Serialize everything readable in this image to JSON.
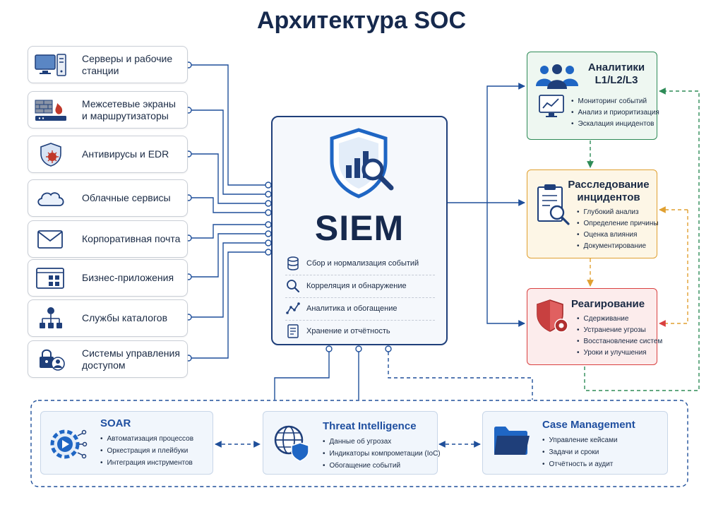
{
  "title": "Архитектура SOC",
  "sources": [
    {
      "label": "Серверы и рабочие станции",
      "icon": "server-monitor-icon"
    },
    {
      "label": "Межсетевые экраны и маршрутизаторы",
      "icon": "firewall-icon"
    },
    {
      "label": "Антивирусы и EDR",
      "icon": "shield-virus-icon"
    },
    {
      "label": "Облачные сервисы",
      "icon": "cloud-icon"
    },
    {
      "label": "Корпоративная почта",
      "icon": "mail-icon"
    },
    {
      "label": "Бизнес-приложения",
      "icon": "app-window-icon"
    },
    {
      "label": "Службы каталогов",
      "icon": "directory-tree-icon"
    },
    {
      "label": "Системы управления доступом",
      "icon": "lock-user-icon"
    }
  ],
  "siem": {
    "title": "SIEM",
    "features": [
      {
        "label": "Сбор и нормализация событий",
        "icon": "database-icon"
      },
      {
        "label": "Корреляция и обнаружение",
        "icon": "search-icon"
      },
      {
        "label": "Аналитика и обогащение",
        "icon": "analytics-line-icon"
      },
      {
        "label": "Хранение и отчётность",
        "icon": "report-icon"
      }
    ]
  },
  "analysts": {
    "title_line1": "Аналитики",
    "title_line2": "L1/L2/L3",
    "items": [
      "Мониторинг событий",
      "Анализ и приоритизация",
      "Эскалация инцидентов"
    ]
  },
  "investigation": {
    "title_line1": "Расследование",
    "title_line2": "инцидентов",
    "items": [
      "Глубокий анализ",
      "Определение причины",
      "Оценка влияния",
      "Документирование"
    ]
  },
  "response": {
    "title": "Реагирование",
    "items": [
      "Сдерживание",
      "Устранение угрозы",
      "Восстановление систем",
      "Уроки и улучшения"
    ]
  },
  "soar": {
    "title": "SOAR",
    "items": [
      "Автоматизация процессов",
      "Оркестрация и плейбуки",
      "Интеграция инструментов"
    ]
  },
  "threat_intel": {
    "title": "Threat Intelligence",
    "items": [
      "Данные об угрозах",
      "Индикаторы компрометации (IoC)",
      "Обогащение событий"
    ]
  },
  "case_mgmt": {
    "title": "Case Management",
    "items": [
      "Управление кейсами",
      "Задачи и сроки",
      "Отчётность и аудит"
    ]
  },
  "colors": {
    "primary": "#1f3f7a",
    "analysts": "#2e8b57",
    "investigation": "#e0a030",
    "response": "#d94040",
    "accent_blue": "#1f66c4"
  }
}
